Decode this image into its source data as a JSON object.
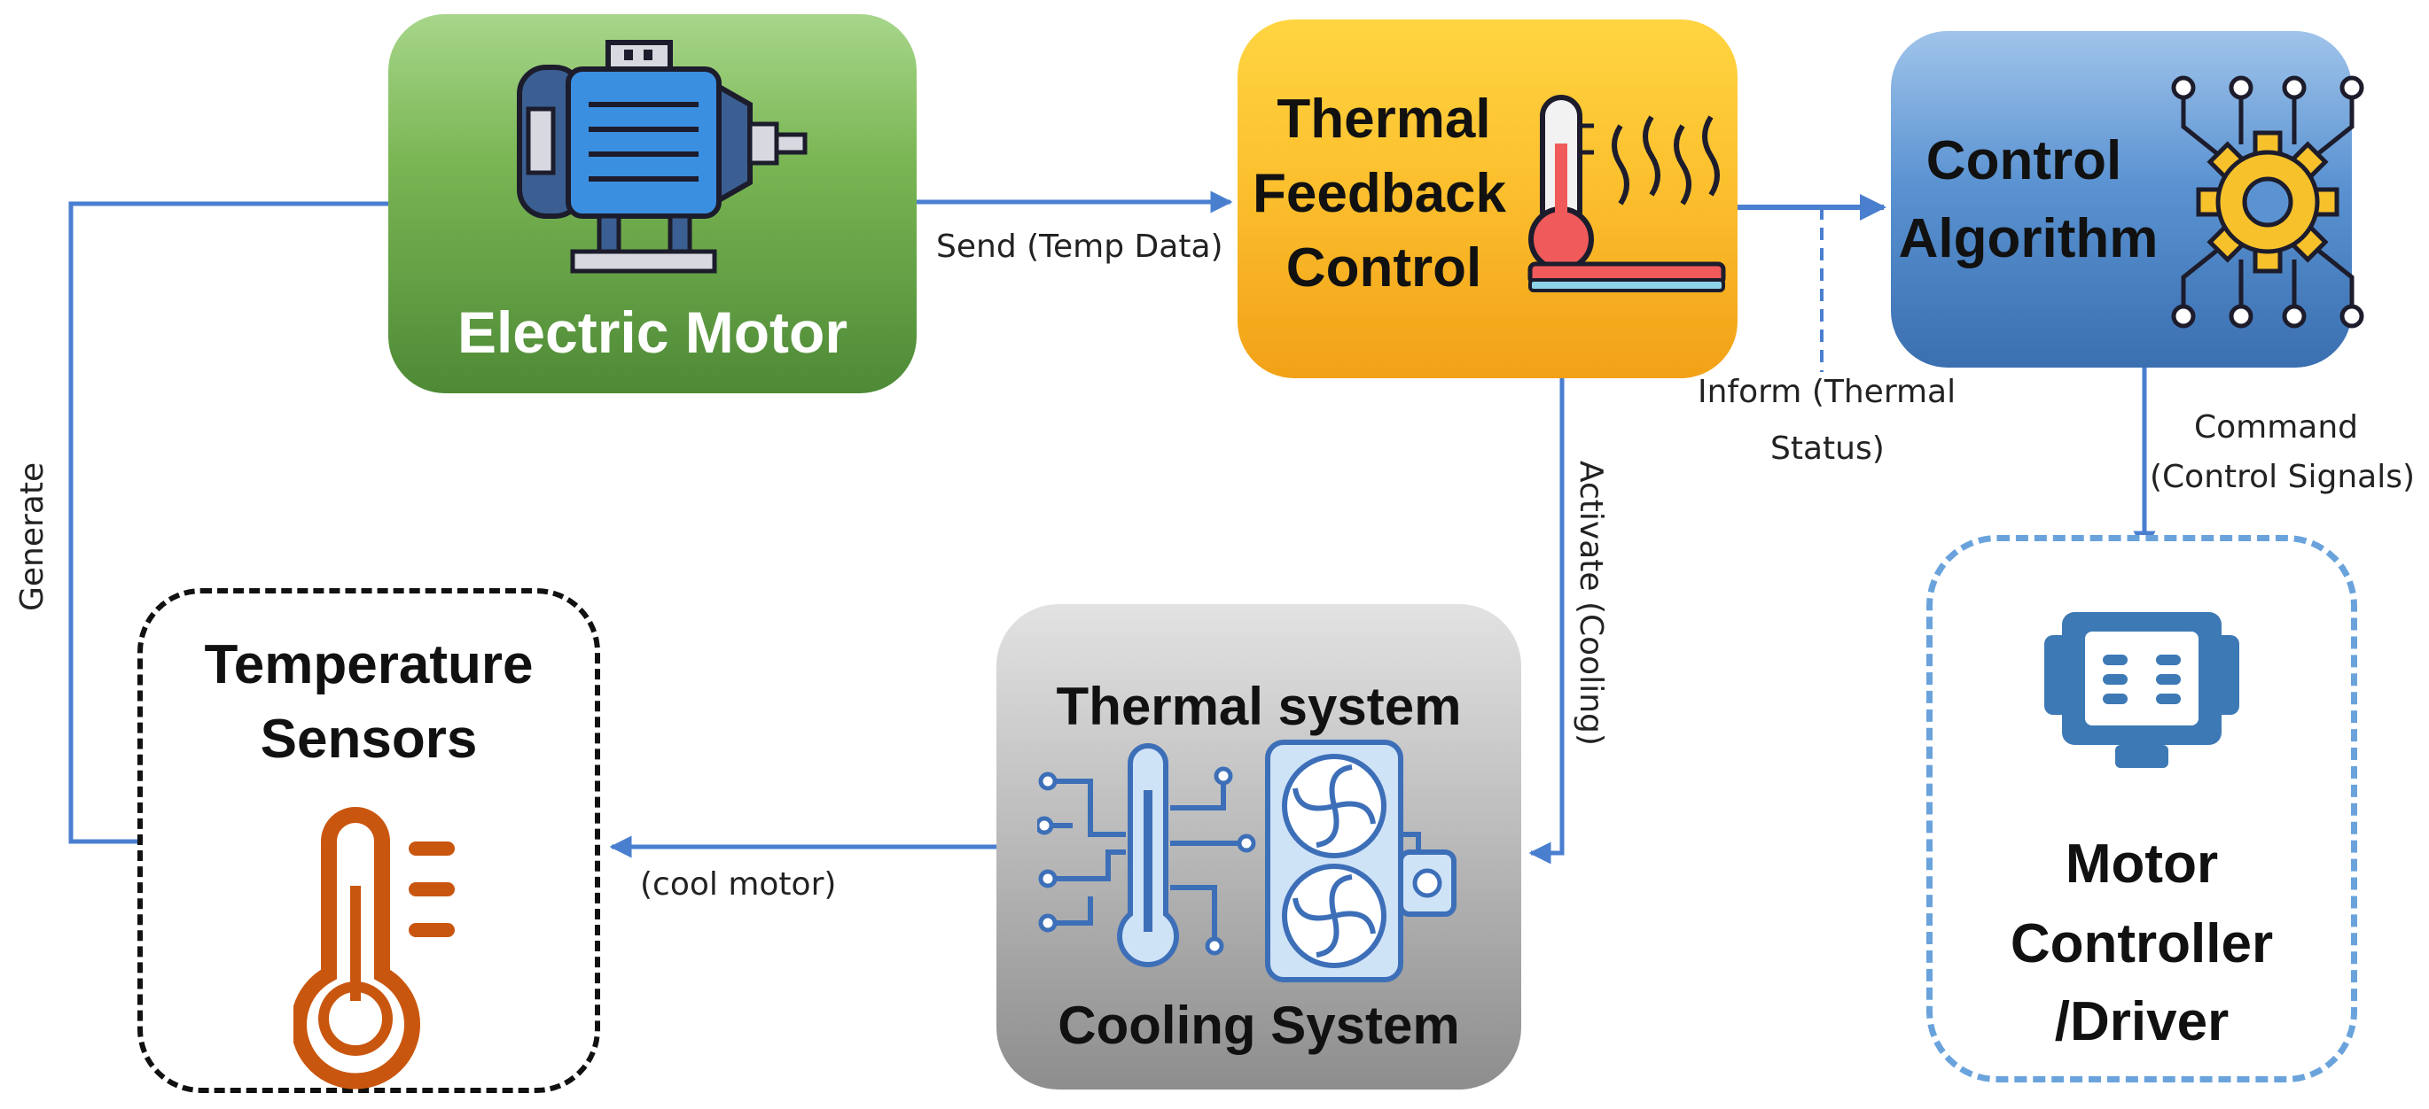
{
  "nodes": {
    "motor": {
      "title": "Electric Motor",
      "icon": "electric-motor-icon"
    },
    "feedback": {
      "title_lines": [
        "Thermal",
        "Feedback",
        "Control"
      ],
      "icon": "thermometer-heat-icon"
    },
    "algorithm": {
      "title_lines": [
        "Control",
        "Algorithm"
      ],
      "icon": "gear-circuit-icon"
    },
    "sensors": {
      "title_lines": [
        "Temperature",
        "Sensors"
      ],
      "icon": "thermometer-icon"
    },
    "cooling": {
      "title_top": "Thermal system",
      "title_bottom": "Cooling System",
      "icon": "cooling-fans-icon"
    },
    "driver": {
      "title_lines": [
        "Motor",
        "Controller",
        "/Driver"
      ],
      "icon": "motor-driver-icon"
    }
  },
  "edges": {
    "send": "Send (Temp Data)",
    "inform": [
      "Inform (Thermal",
      "Status)"
    ],
    "command": [
      "Command",
      "(Control Signals)"
    ],
    "activate": "Activate (Cooling)",
    "cool": "(cool motor)",
    "generate": "Generate"
  },
  "colors": {
    "arrow": "#4a7fd0",
    "motor_icon": "#3b8fe0",
    "sensor_icon": "#c9560f",
    "driver_icon": "#3d79b5",
    "gear": "#f6c12b",
    "heat_bar": "#f05a5a"
  }
}
